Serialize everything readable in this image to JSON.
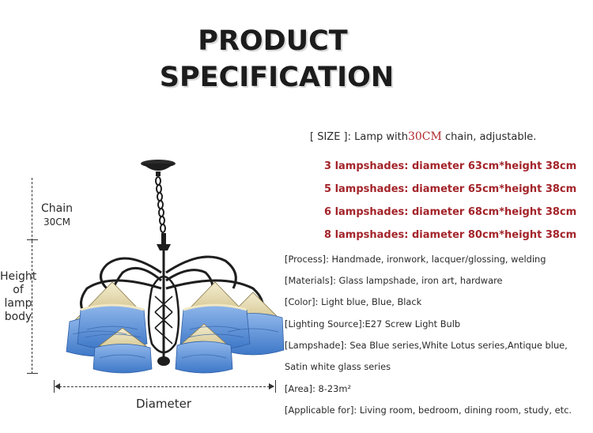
{
  "title": {
    "line1": "PRODUCT",
    "line2": "SPECIFICATION"
  },
  "size": {
    "label": "[ SIZE ]:",
    "text_before": "Lamp with",
    "chain_length": "30CM",
    "text_after": "chain, adjustable."
  },
  "shade_options": [
    "3 lampshades: diameter 63cm*height 38cm",
    "5 lampshades: diameter 65cm*height 38cm",
    "6 lampshades: diameter 68cm*height 38cm",
    "8 lampshades: diameter 80cm*height 38cm"
  ],
  "specs": [
    "[Process]: Handmade, ironwork, lacquer/glossing, welding",
    "[Materials]: Glass lampshade, iron art, hardware",
    "[Color]: Light blue, Blue, Black",
    "[Lighting Source]:E27 Screw Light Bulb",
    "[Lampshade]: Sea Blue series,White Lotus series,Antique blue,",
    "Satin white glass series",
    "[Area]: 8-23m²",
    "[Applicable for]: Living room, bedroom, dining room, study, etc."
  ],
  "dimensions": {
    "chain_label": "Chain",
    "chain_value": "30CM",
    "height_label_1": "Height",
    "height_label_2": "of",
    "height_label_3": "lamp",
    "height_label_4": "body",
    "diameter_label": "Diameter"
  },
  "colors": {
    "accent_red": "#a3242a",
    "shade_blue": "#5b8fd6",
    "shade_cream": "#e9dfb8",
    "iron": "#1e1e1e"
  }
}
